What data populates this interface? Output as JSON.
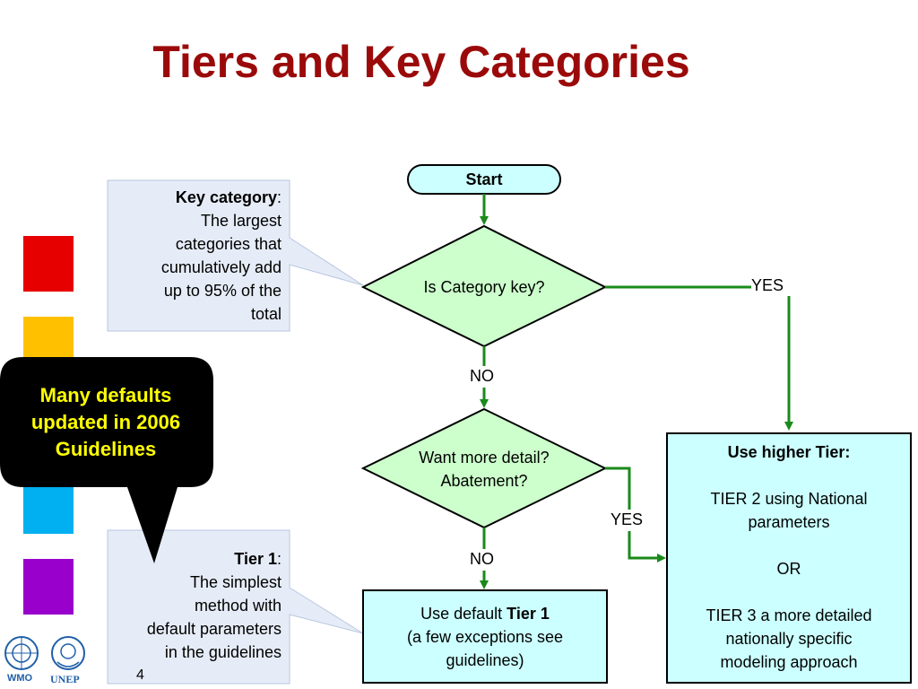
{
  "title": "Tiers and Key Categories",
  "flowchart": {
    "start": "Start",
    "decision1": "Is Category key?",
    "decision2_line1": "Want more detail?",
    "decision2_line2": "Abatement?",
    "yes_label_1": "YES",
    "no_label_1": "NO",
    "yes_label_2": "YES",
    "no_label_2": "NO",
    "default_box": {
      "prefix": "Use default ",
      "bold": "Tier 1",
      "line2": "(a few exceptions see",
      "line3": "guidelines)"
    },
    "higher_box": {
      "heading": "Use higher Tier:",
      "line1": "TIER 2 using National",
      "line2": "parameters",
      "or": "OR",
      "line3": "TIER 3 a more detailed",
      "line4": "nationally specific",
      "line5": "modeling approach"
    }
  },
  "key_callout": {
    "term": "Key category",
    "colon": ":",
    "lines": [
      "The largest",
      "categories that",
      "cumulatively add",
      "up to 95% of the",
      "total"
    ]
  },
  "tier_callout": {
    "term": "Tier 1",
    "colon": ":",
    "lines": [
      "The simplest",
      "method with",
      "default parameters",
      "in the guidelines"
    ]
  },
  "speech_bubble": {
    "line1": "Many defaults",
    "line2": "updated in 2006",
    "line3": "Guidelines"
  },
  "page_number": "4",
  "logos": {
    "left": "WMO",
    "right": "UNEP"
  },
  "colors": {
    "title": "#9b0a0a",
    "arrow": "#1a8a1a",
    "decision_fill": "#ccffcc",
    "box_fill": "#ccffff",
    "callout_fill": "#e6ecf7",
    "bubble_text": "#ffff00",
    "squares": [
      "#e60000",
      "#ffc000",
      "#00b0f0",
      "#9900cc"
    ]
  }
}
